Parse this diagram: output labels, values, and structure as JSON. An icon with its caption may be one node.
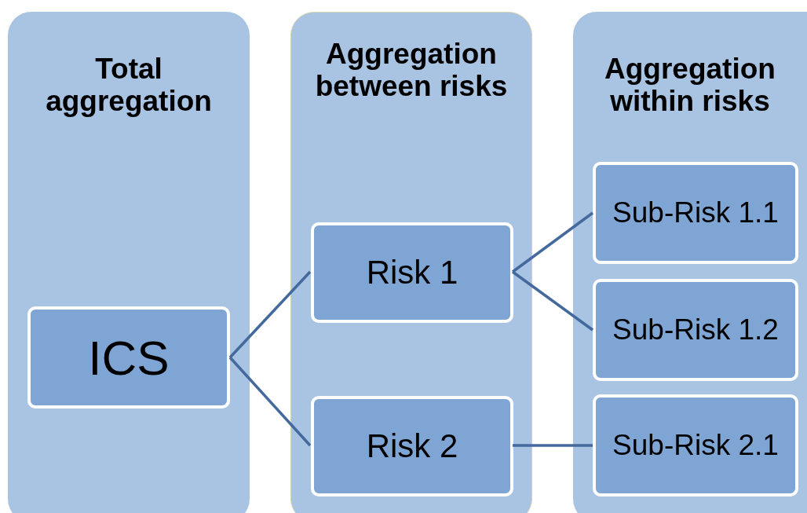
{
  "diagram": {
    "nodes": [
      {
        "text": [
          "Total aggregation"
        ]
      },
      {
        "text": [
          "ICS"
        ],
        "in": 0
      },
      {
        "text": [
          "Aggregation between risks"
        ]
      },
      {
        "text": [
          "Risk 1"
        ],
        "in": 2
      },
      {
        "text": [
          "Risk 2"
        ],
        "in": 2
      },
      {
        "text": [
          "Aggregation within risks"
        ]
      },
      {
        "text": [
          "Sub-Risk 1.1"
        ],
        "in": 5
      },
      {
        "text": [
          "Sub-Risk 1.2"
        ],
        "in": 5
      },
      {
        "text": [
          "Sub-Risk 2.1"
        ],
        "in": 5
      }
    ],
    "edges": [
      {
        "from": 1,
        "to": 3,
        "arrow": "none"
      },
      {
        "from": 1,
        "to": 4,
        "arrow": "none"
      },
      {
        "from": 3,
        "to": 6,
        "arrow": "none"
      },
      {
        "from": 3,
        "to": 7,
        "arrow": "none"
      },
      {
        "from": 4,
        "to": 8,
        "arrow": "none"
      }
    ]
  }
}
